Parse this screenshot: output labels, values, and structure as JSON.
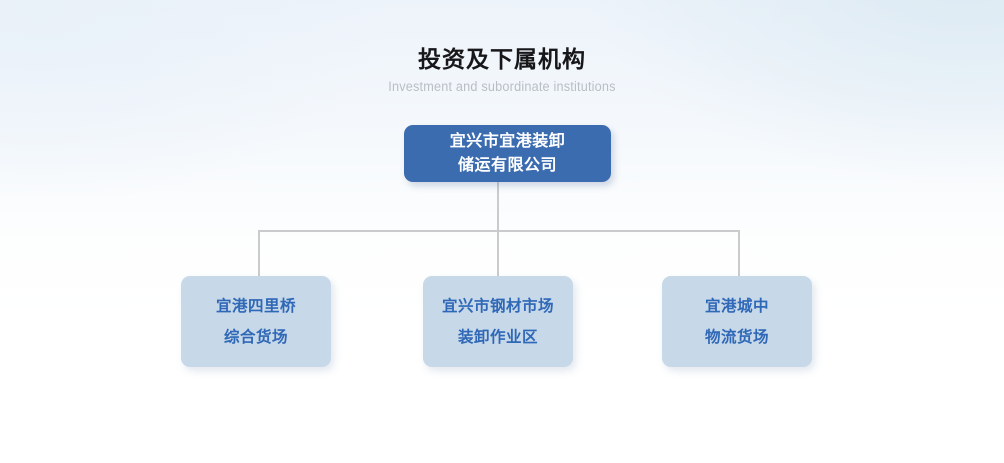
{
  "header": {
    "title": "投资及下属机构",
    "subtitle": "Investment and subordinate institutions"
  },
  "colors": {
    "root_node_bg": "#3b6cb0",
    "root_node_text": "#ffffff",
    "child_node_bg": "#c7d8e9",
    "child_node_text": "#2f68b6",
    "connector_line": "#c9cbcd",
    "title_text": "#17171a",
    "subtitle_text": "#b9bec4",
    "background_top_left": "#edf3fa",
    "background_top_right": "#dceaf3",
    "background_bottom": "#ffffff"
  },
  "org_chart": {
    "root": {
      "name": "宜兴市宜港装卸储运有限公司",
      "lines": [
        "宜兴市宜港装卸",
        "储运有限公司"
      ]
    },
    "children": [
      {
        "name": "宜港四里桥综合货场",
        "lines": [
          "宜港四里桥",
          "综合货场"
        ]
      },
      {
        "name": "宜兴市钢材市场装卸作业区",
        "lines": [
          "宜兴市钢材市场",
          "装卸作业区"
        ]
      },
      {
        "name": "宜港城中物流货场",
        "lines": [
          "宜港城中",
          "物流货场"
        ]
      }
    ]
  }
}
